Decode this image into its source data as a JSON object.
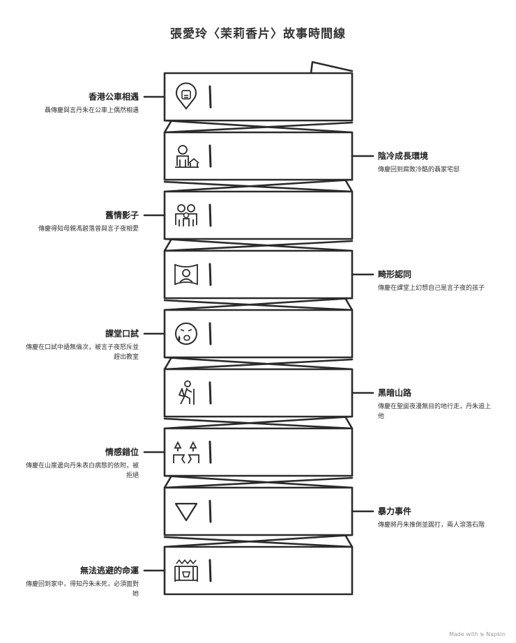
{
  "title": "張愛玲〈茉莉香片〉故事時間線",
  "footer": "Made with ⋟ Napkin",
  "events": [
    {
      "side": "left",
      "icon": "portrait-pin-icon",
      "heading": "香港公車相遇",
      "desc": "聶傳慶與言丹朱在公車上偶然相遇"
    },
    {
      "side": "right",
      "icon": "person-house-icon",
      "heading": "陰冷成長環境",
      "desc": "傳慶回到腐敗冷酷的聶家宅邸"
    },
    {
      "side": "left",
      "icon": "family-icon",
      "heading": "舊情影子",
      "desc": "傳慶得知母親馮碧落曾與言子夜相愛"
    },
    {
      "side": "right",
      "icon": "person-frame-icon",
      "heading": "畸形認同",
      "desc": "傳慶在課堂上幻想自己是言子夜的孩子"
    },
    {
      "side": "left",
      "icon": "crying-face-icon",
      "heading": "課堂口試",
      "desc": "傳慶在口試中語無倫次，被言子夜怒斥並趕出教室"
    },
    {
      "side": "right",
      "icon": "hiker-icon",
      "heading": "黑暗山路",
      "desc": "傳慶在聖誕夜漫無目的地行走，丹朱追上他"
    },
    {
      "side": "left",
      "icon": "broken-ground-icon",
      "heading": "情感錯位",
      "desc": "傳慶在山崖邊向丹朱表白病態的依附，被拒絕"
    },
    {
      "side": "right",
      "icon": "triangle-down-icon",
      "heading": "暴力事件",
      "desc": "傳慶將丹朱推倒並踢打，兩人滾落石階"
    },
    {
      "side": "left",
      "icon": "trap-icon",
      "heading": "無法逃避的命運",
      "desc": "傳慶回到家中，得知丹朱未死，必須面對她"
    }
  ]
}
